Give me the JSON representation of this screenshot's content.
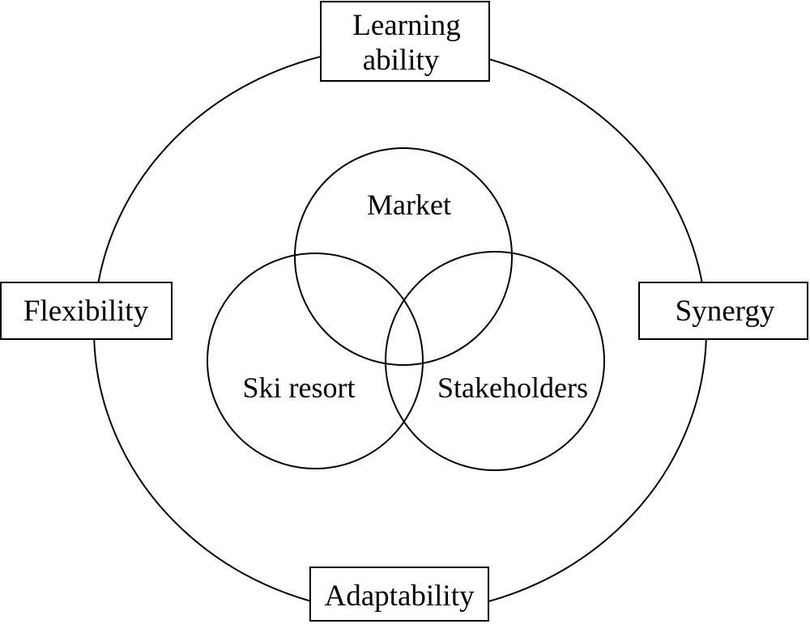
{
  "outer_ring": {
    "boxes": {
      "top": [
        "Learning",
        "ability"
      ],
      "left": "Flexibility",
      "right": "Synergy",
      "bottom": "Adaptability"
    }
  },
  "venn": {
    "top": "Market",
    "left": "Ski resort",
    "right": "Stakeholders"
  }
}
